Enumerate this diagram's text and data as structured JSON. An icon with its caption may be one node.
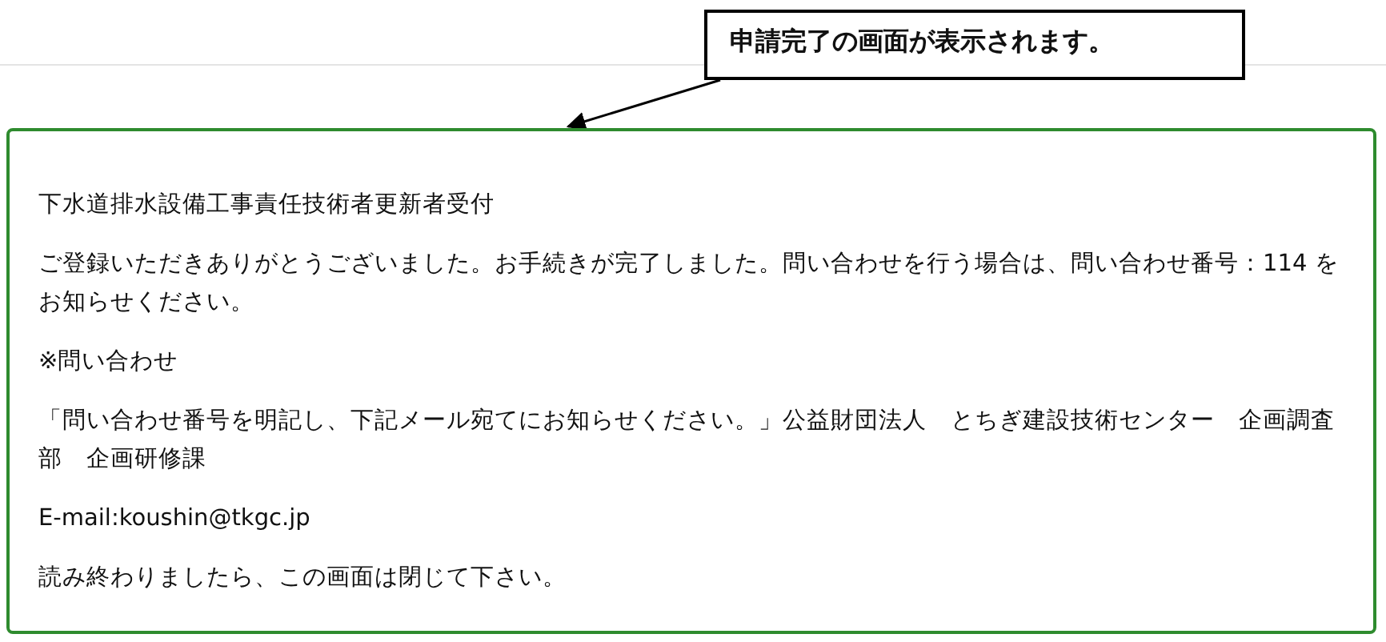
{
  "diagram": {
    "nodes": [
      {
        "text": [
          "申請完了の画面が表示されます。"
        ]
      },
      {
        "text": [
          "下水道排水設備工事責任技術者更新者受付",
          "ご登録いただきありがとうございました。お手続きが完了しました。問い合わせを行う場合は、問い合わせ番号：114 をお知らせください。",
          "※問い合わせ",
          "「問い合わせ番号を明記し、下記メール宛てにお知らせください。」公益財団法人　とちぎ建設技術センター　企画調査部　企画研修課",
          "E-mail:koushin@tkgc.jp",
          "読み終わりましたら、この画面は閉じて下さい。"
        ]
      }
    ],
    "edges": [
      {
        "from": 0,
        "to": 1,
        "arrow": "to"
      }
    ]
  }
}
